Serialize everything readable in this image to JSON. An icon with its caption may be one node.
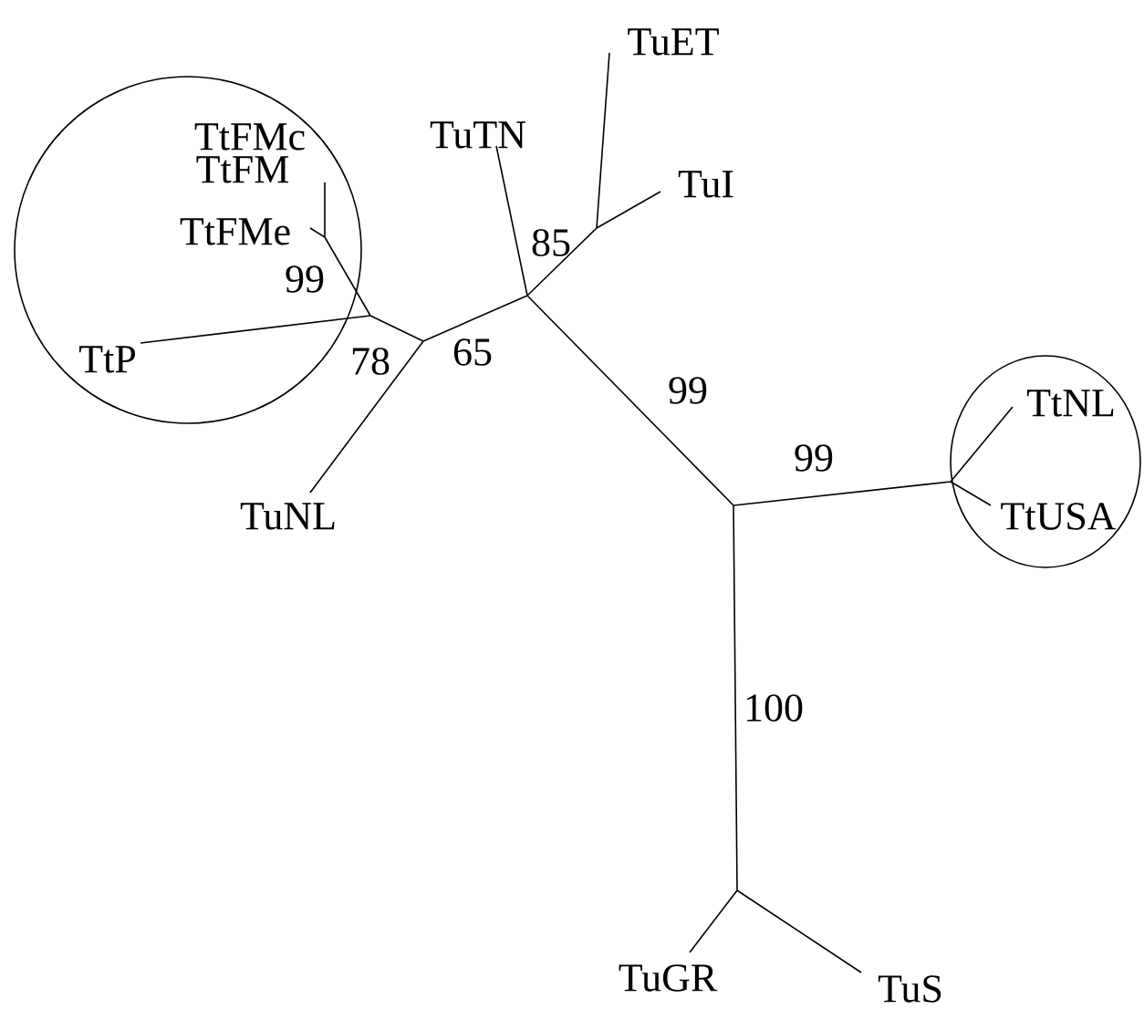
{
  "diagram": {
    "nodes": [
      {
        "text": [],
        "shape": "circle"
      },
      {
        "text": [
          "TtFMc"
        ],
        "in": 0
      },
      {
        "text": [
          "TtFM"
        ],
        "in": 0
      },
      {
        "text": [
          "TtFMe"
        ],
        "in": 0
      },
      {
        "text": [
          "TtP"
        ],
        "in": 0
      },
      {
        "text": [
          "TuTN"
        ]
      },
      {
        "text": [
          "TuET"
        ]
      },
      {
        "text": [
          "TuI"
        ]
      },
      {
        "text": [
          "TuNL"
        ]
      },
      {
        "text": [],
        "shape": "oval"
      },
      {
        "text": [
          "TtNL"
        ],
        "in": 9
      },
      {
        "text": [
          "TtUSA"
        ],
        "in": 9
      },
      {
        "text": [
          "TuGR"
        ]
      },
      {
        "text": [
          "TuS"
        ]
      }
    ],
    "labels": [
      "85",
      "99",
      "65",
      "78",
      "99",
      "99",
      "100"
    ]
  }
}
